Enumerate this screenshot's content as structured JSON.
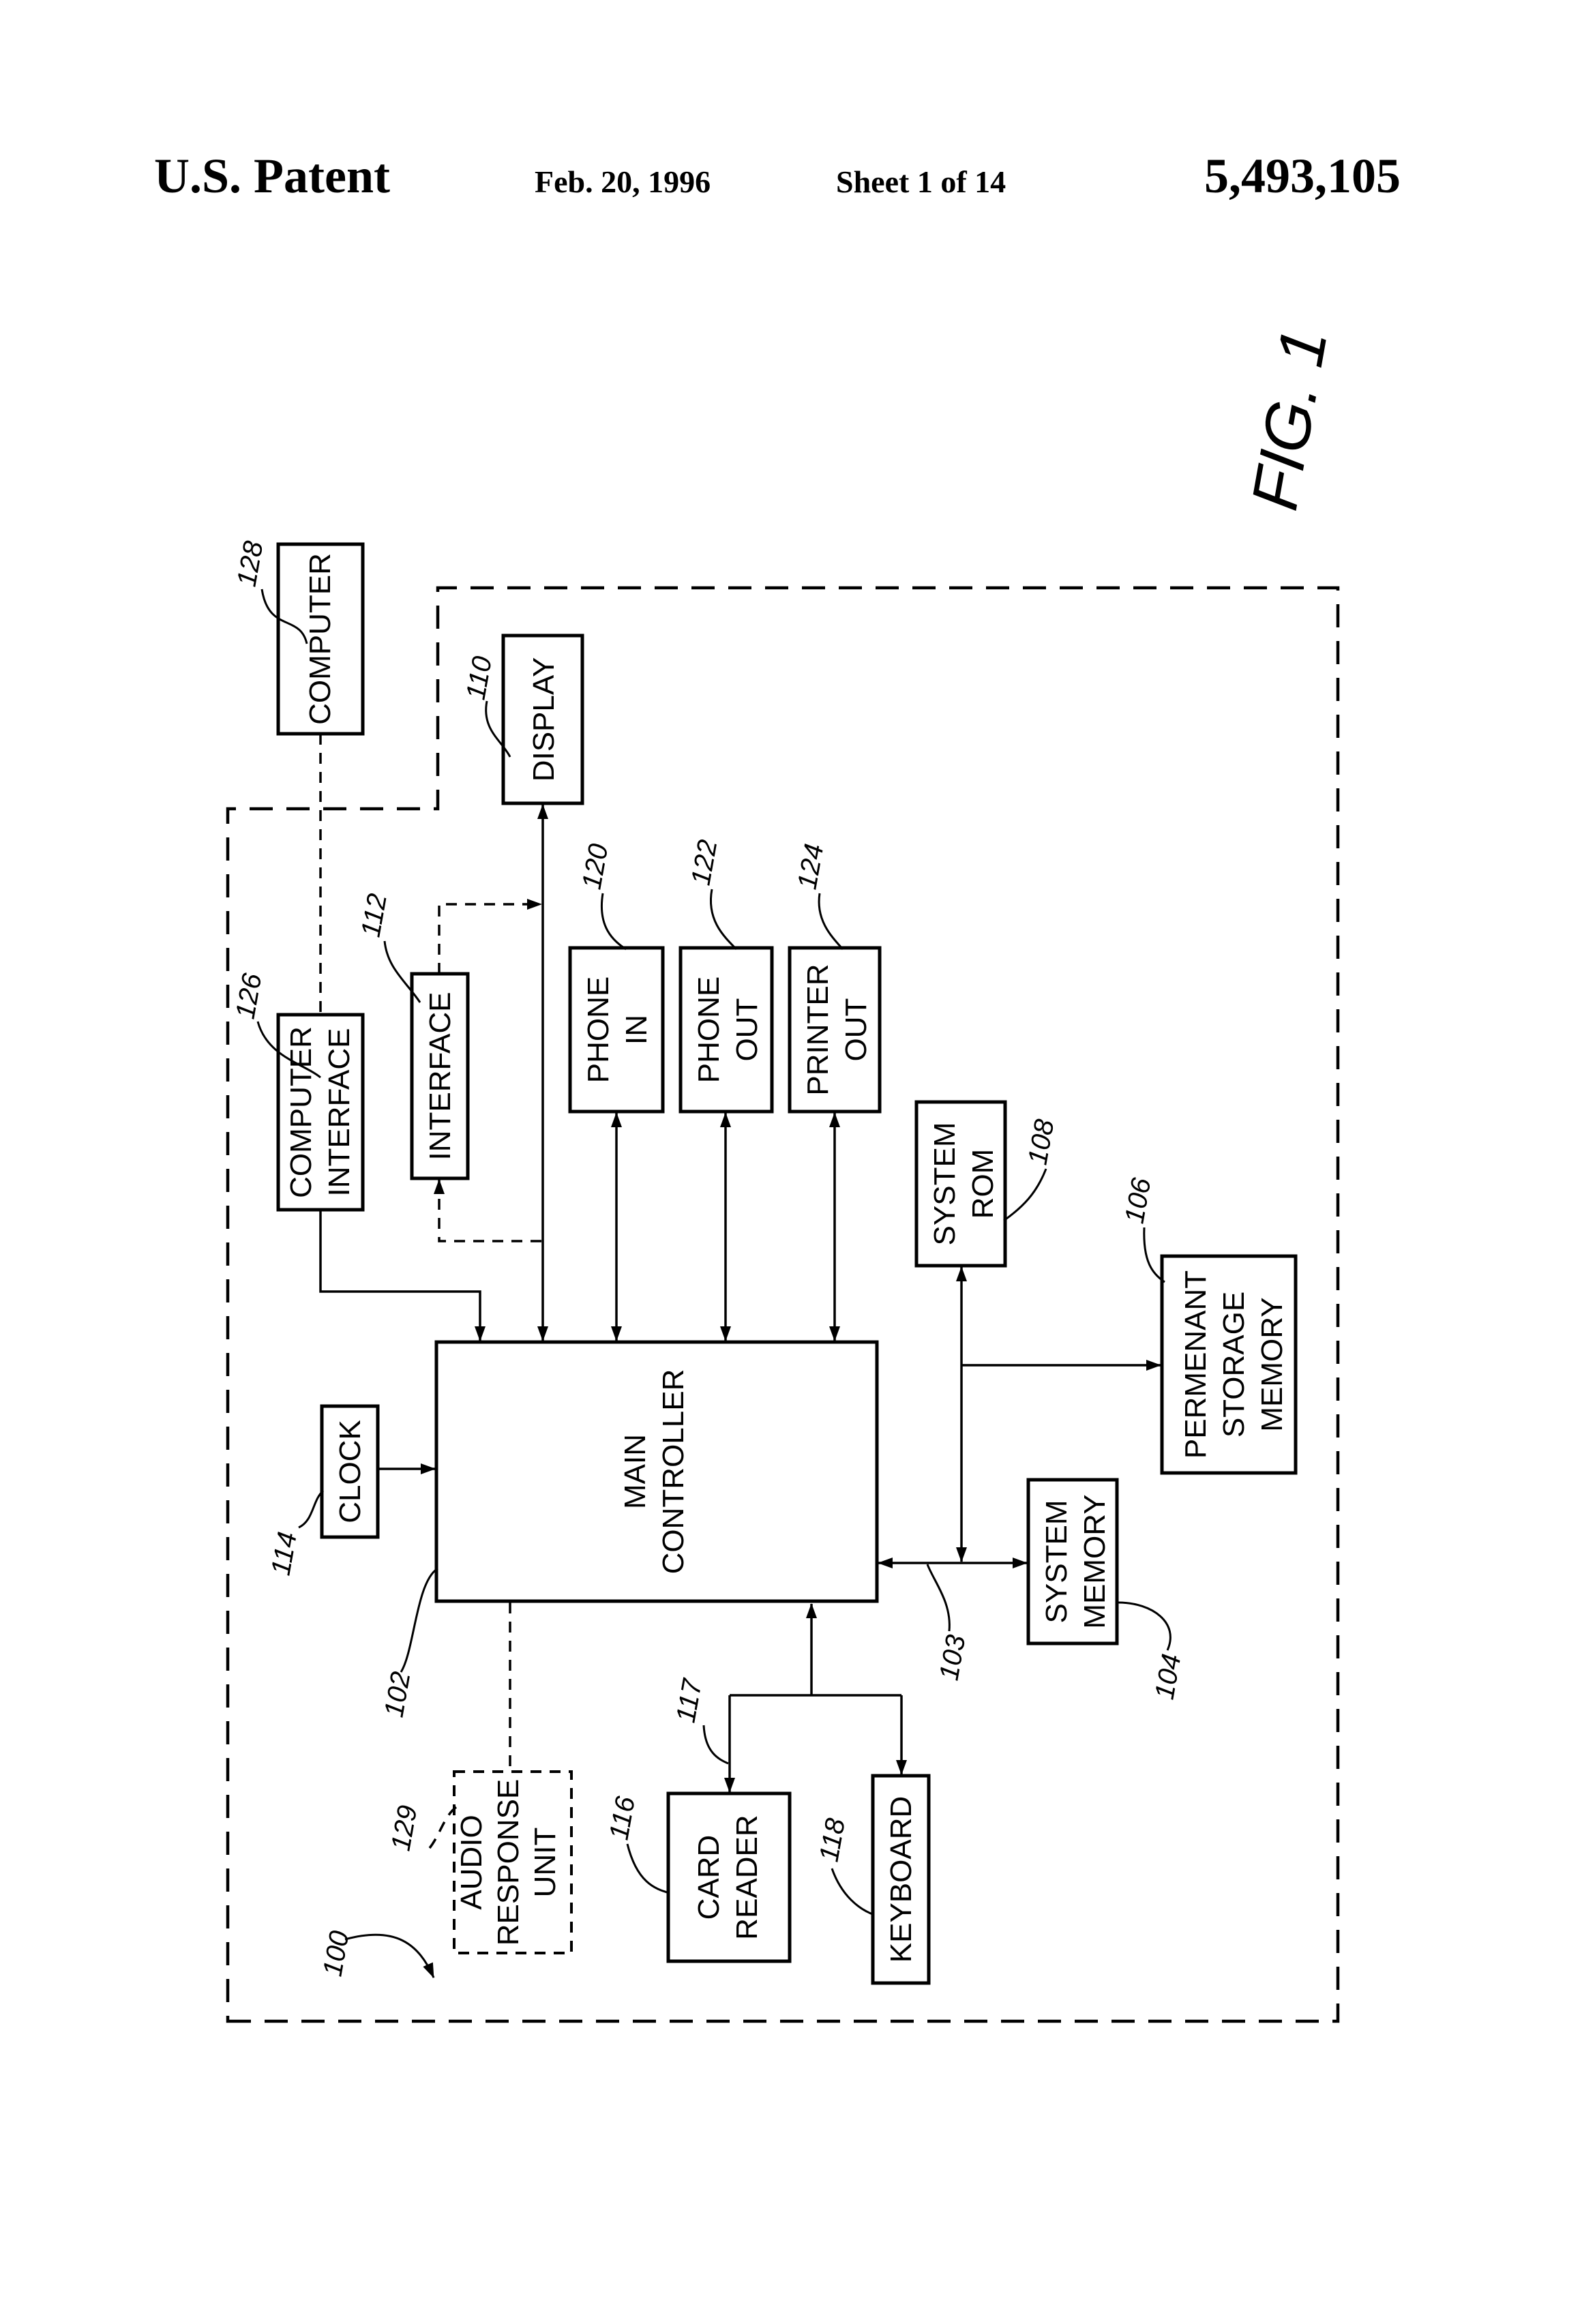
{
  "header": {
    "left": "U.S. Patent",
    "date": "Feb. 20, 1996",
    "sheet": "Sheet 1 of 14",
    "number": "5,493,105"
  },
  "figure": {
    "label": "FIG. 1"
  },
  "blocks": {
    "computer": [
      "COMPUTER"
    ],
    "display": [
      "DISPLAY"
    ],
    "computer_interface": [
      "COMPUTER",
      "INTERFACE"
    ],
    "interface": [
      "INTERFACE"
    ],
    "phone_in": [
      "PHONE",
      "IN"
    ],
    "phone_out": [
      "PHONE",
      "OUT"
    ],
    "printer_out": [
      "PRINTER",
      "OUT"
    ],
    "system_rom": [
      "SYSTEM",
      "ROM"
    ],
    "permanent_storage": [
      "PERMENANT",
      "STORAGE",
      "MEMORY"
    ],
    "clock": [
      "CLOCK"
    ],
    "main_controller": [
      "MAIN",
      "CONTROLLER"
    ],
    "system_memory": [
      "SYSTEM",
      "MEMORY"
    ],
    "audio_response": [
      "AUDIO",
      "RESPONSE",
      "UNIT"
    ],
    "card_reader": [
      "CARD",
      "READER"
    ],
    "keyboard": [
      "KEYBOARD"
    ]
  },
  "refs": {
    "computer": "128",
    "display": "110",
    "computer_interface": "126",
    "interface": "112",
    "phone_in": "120",
    "phone_out": "122",
    "printer_out": "124",
    "system_rom": "108",
    "permanent_storage": "106",
    "clock": "114",
    "main_controller": "102",
    "bus": "103",
    "system_memory": "104",
    "audio_response": "129",
    "card_reader": "116",
    "reader_link": "117",
    "keyboard": "118",
    "system": "100"
  }
}
